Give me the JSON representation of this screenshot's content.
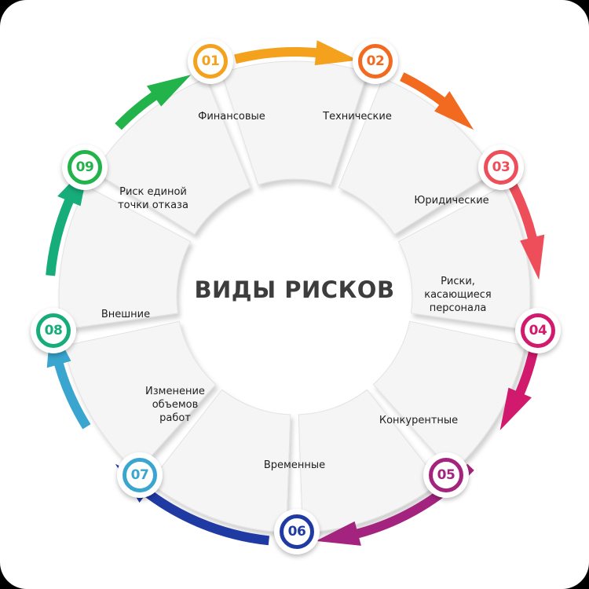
{
  "title": "ВИДЫ РИСКОВ",
  "items": [
    {
      "number": "01",
      "label": "Финансовые",
      "color": "#f4a11d"
    },
    {
      "number": "02",
      "label": "Технические",
      "color": "#f26a1f"
    },
    {
      "number": "03",
      "label": "Юридические",
      "color": "#ee4e5a"
    },
    {
      "number": "04",
      "label": "Риски,\nкасающиеся\nперсонала",
      "color": "#d11a6d"
    },
    {
      "number": "05",
      "label": "Конкурентные",
      "color": "#a3237f"
    },
    {
      "number": "06",
      "label": "Временные",
      "color": "#1f3aa3"
    },
    {
      "number": "07",
      "label": "Изменение\nобъемов\nработ",
      "color": "#3aa6cf"
    },
    {
      "number": "08",
      "label": "Внешние",
      "color": "#17ad7a"
    },
    {
      "number": "09",
      "label": "Риск единой\nточки отказа",
      "color": "#22b34a"
    }
  ]
}
